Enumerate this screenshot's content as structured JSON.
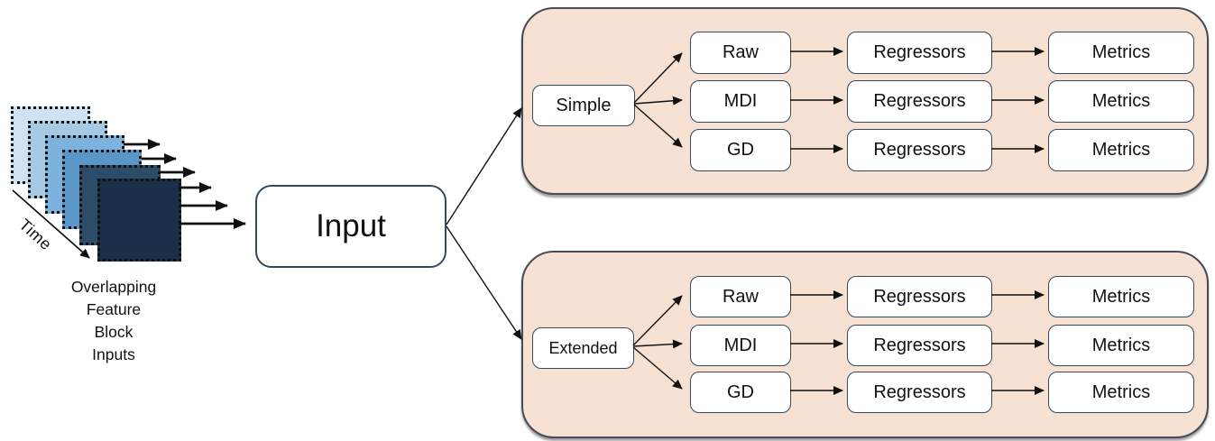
{
  "input_label": "Input",
  "stack": {
    "time_label": "Time",
    "caption_lines": [
      "Overlapping",
      "Feature",
      "Block",
      "Inputs"
    ],
    "square_colors": [
      "#cfe2f1",
      "#a6c9e4",
      "#7db2dc",
      "#5b96c8",
      "#2d4c68",
      "#1b3048"
    ]
  },
  "pipelines": [
    {
      "branch": "Simple",
      "rows": [
        {
          "source": "Raw",
          "stage2": "Regressors",
          "stage3": "Metrics"
        },
        {
          "source": "MDI",
          "stage2": "Regressors",
          "stage3": "Metrics"
        },
        {
          "source": "GD",
          "stage2": "Regressors",
          "stage3": "Metrics"
        }
      ]
    },
    {
      "branch": "Extended",
      "rows": [
        {
          "source": "Raw",
          "stage2": "Regressors",
          "stage3": "Metrics"
        },
        {
          "source": "MDI",
          "stage2": "Regressors",
          "stage3": "Metrics"
        },
        {
          "source": "GD",
          "stage2": "Regressors",
          "stage3": "Metrics"
        }
      ]
    }
  ],
  "colors": {
    "panel_fill": "#f6e1d2",
    "panel_border": "#454c55",
    "node_fill": "#ffffff",
    "node_border": "#33495c",
    "arrow": "#111111"
  }
}
